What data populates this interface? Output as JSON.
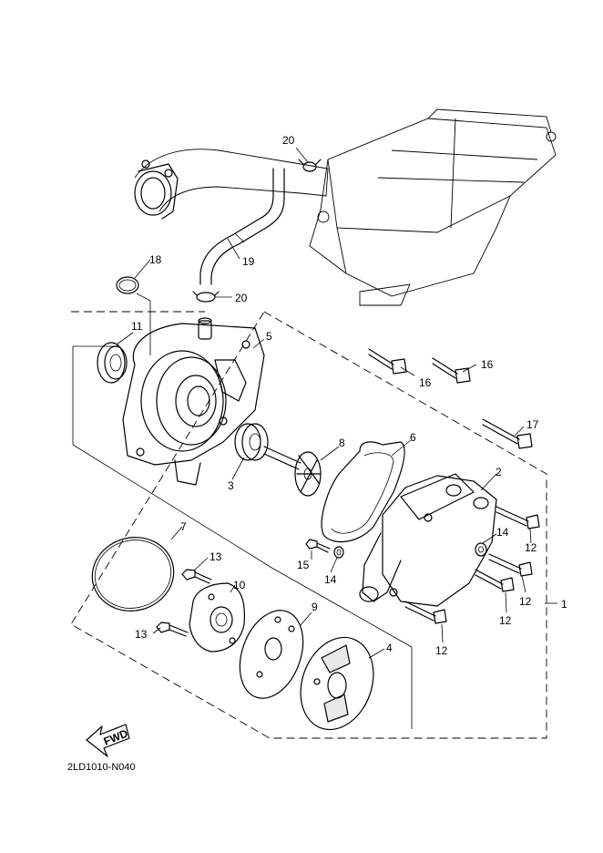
{
  "diagram": {
    "code": "2LD1010-N040",
    "fwd_label": "FWD",
    "callouts": {
      "c1": "1",
      "c2": "2",
      "c3": "3",
      "c4": "4",
      "c5": "5",
      "c6": "6",
      "c7": "7",
      "c8": "8",
      "c9": "9",
      "c10": "10",
      "c11": "11",
      "c12a": "12",
      "c12b": "12",
      "c12c": "12",
      "c12d": "12",
      "c13a": "13",
      "c13b": "13",
      "c14a": "14",
      "c14b": "14",
      "c15": "15",
      "c16a": "16",
      "c16b": "16",
      "c17": "17",
      "c18": "18",
      "c19": "19",
      "c20a": "20",
      "c20b": "20"
    }
  }
}
